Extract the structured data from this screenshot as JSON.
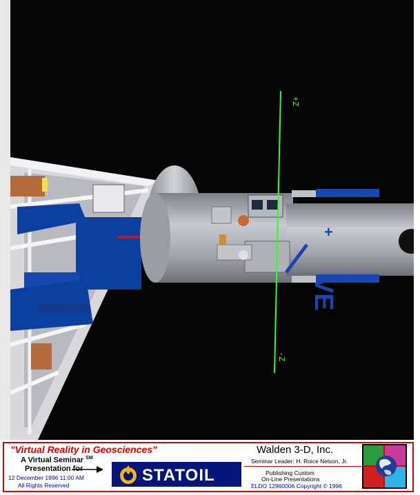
{
  "viewport": {
    "axis_labels": {
      "plus_z": "+Z",
      "minus_z": "-Z"
    },
    "colors": {
      "background": "#050505",
      "axis": "#2aff2a",
      "module": "#a9aab2",
      "accent_blue": "#0b3fa0"
    }
  },
  "caption": {
    "title": "\"Virtual Reality in Geosciences\"",
    "seminar": "A Virtual Seminar",
    "service_mark": "SM",
    "presentation_for": "Presentation for",
    "date": "12 December 1996  11:00 AM",
    "rights": "All Rights Reserved",
    "sponsor": "STATOIL",
    "company": "Walden 3-D, Inc.",
    "seminar_leader": "Seminar Leader: H. Roice Nelson, Jr.",
    "publishing_line1": "Publishing Custom",
    "publishing_line2": "On-Line Presentations",
    "copyright": "ELDO 12960006 Copyright © 1996",
    "colors": {
      "title_red": "#e00000",
      "text_blue": "#0000c8",
      "logo_navy": "#06157a"
    }
  }
}
